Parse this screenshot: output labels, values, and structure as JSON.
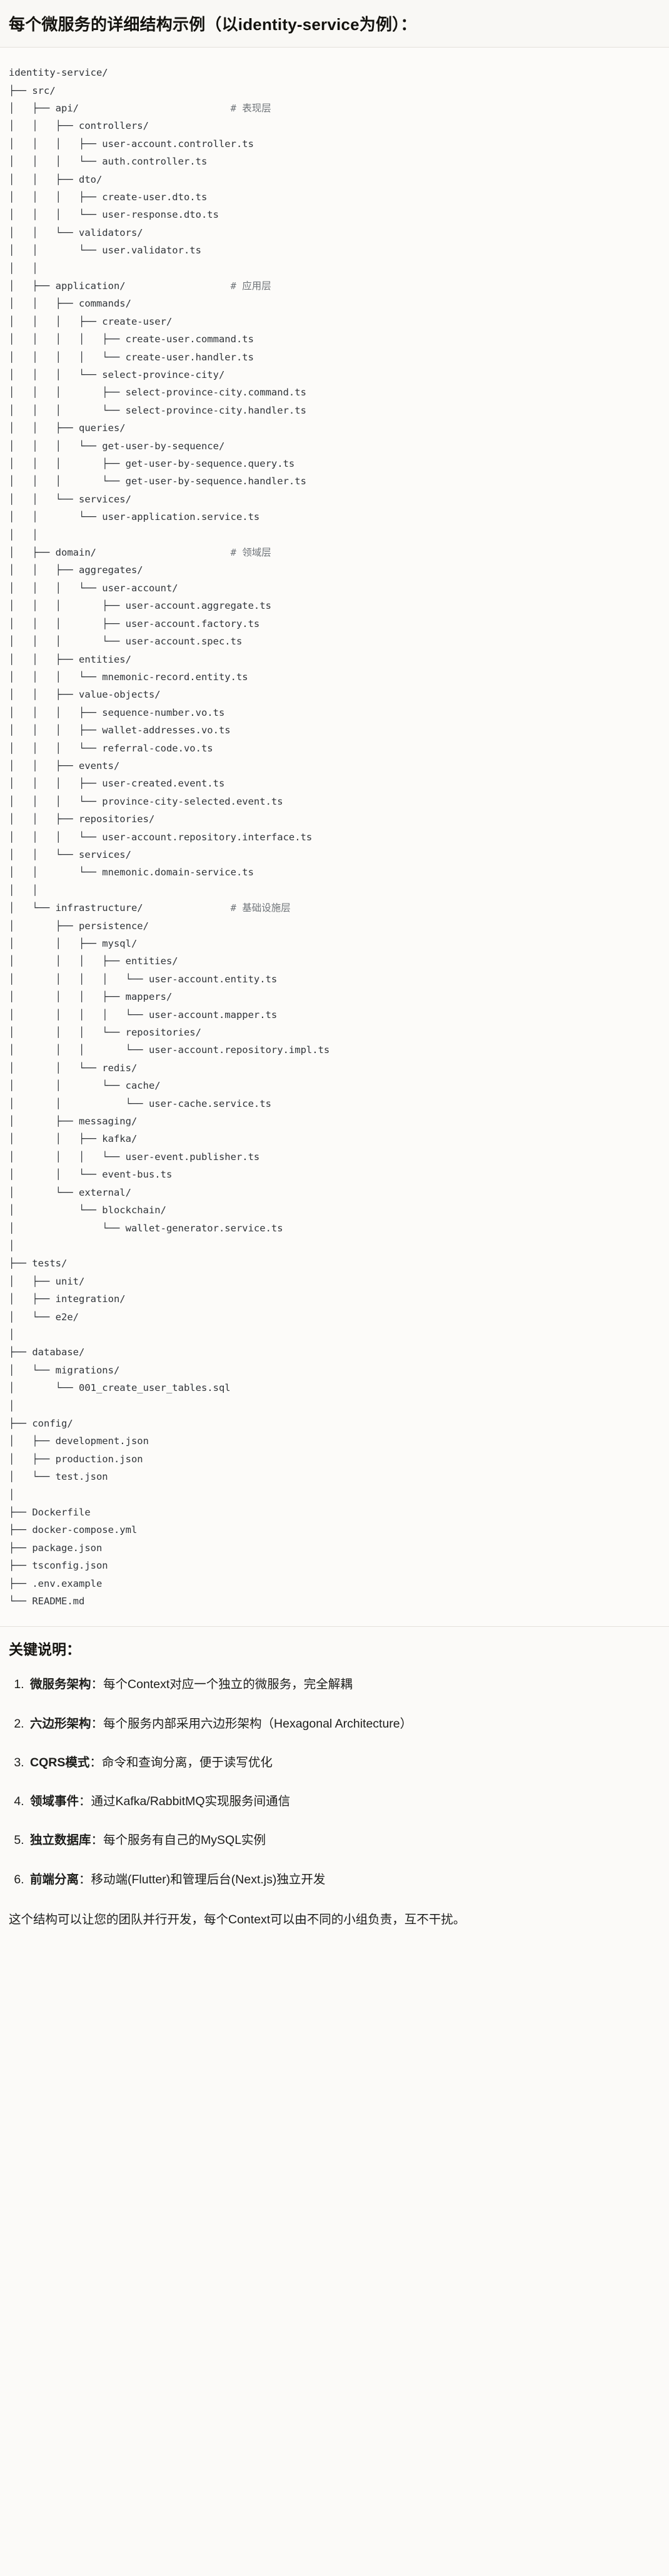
{
  "header": {
    "title": "每个微服务的详细结构示例（以identity-service为例）："
  },
  "tree": {
    "root": "identity-service/",
    "text": "identity-service/\n├── src/\n│   ├── api/                          # 表现层\n│   │   ├── controllers/\n│   │   │   ├── user-account.controller.ts\n│   │   │   └── auth.controller.ts\n│   │   ├── dto/\n│   │   │   ├── create-user.dto.ts\n│   │   │   └── user-response.dto.ts\n│   │   └── validators/\n│   │       └── user.validator.ts\n│   │\n│   ├── application/                  # 应用层\n│   │   ├── commands/\n│   │   │   ├── create-user/\n│   │   │   │   ├── create-user.command.ts\n│   │   │   │   └── create-user.handler.ts\n│   │   │   └── select-province-city/\n│   │   │       ├── select-province-city.command.ts\n│   │   │       └── select-province-city.handler.ts\n│   │   ├── queries/\n│   │   │   └── get-user-by-sequence/\n│   │   │       ├── get-user-by-sequence.query.ts\n│   │   │       └── get-user-by-sequence.handler.ts\n│   │   └── services/\n│   │       └── user-application.service.ts\n│   │\n│   ├── domain/                       # 领域层\n│   │   ├── aggregates/\n│   │   │   └── user-account/\n│   │   │       ├── user-account.aggregate.ts\n│   │   │       ├── user-account.factory.ts\n│   │   │       └── user-account.spec.ts\n│   │   ├── entities/\n│   │   │   └── mnemonic-record.entity.ts\n│   │   ├── value-objects/\n│   │   │   ├── sequence-number.vo.ts\n│   │   │   ├── wallet-addresses.vo.ts\n│   │   │   └── referral-code.vo.ts\n│   │   ├── events/\n│   │   │   ├── user-created.event.ts\n│   │   │   └── province-city-selected.event.ts\n│   │   ├── repositories/\n│   │   │   └── user-account.repository.interface.ts\n│   │   └── services/\n│   │       └── mnemonic.domain-service.ts\n│   │\n│   └── infrastructure/               # 基础设施层\n│       ├── persistence/\n│       │   ├── mysql/\n│       │   │   ├── entities/\n│       │   │   │   └── user-account.entity.ts\n│       │   │   ├── mappers/\n│       │   │   │   └── user-account.mapper.ts\n│       │   │   └── repositories/\n│       │   │       └── user-account.repository.impl.ts\n│       │   └── redis/\n│       │       └── cache/\n│       │           └── user-cache.service.ts\n│       ├── messaging/\n│       │   ├── kafka/\n│       │   │   └── user-event.publisher.ts\n│       │   └── event-bus.ts\n│       └── external/\n│           └── blockchain/\n│               └── wallet-generator.service.ts\n│\n├── tests/\n│   ├── unit/\n│   ├── integration/\n│   └── e2e/\n│\n├── database/\n│   └── migrations/\n│       └── 001_create_user_tables.sql\n│\n├── config/\n│   ├── development.json\n│   ├── production.json\n│   └── test.json\n│\n├── Dockerfile\n├── docker-compose.yml\n├── package.json\n├── tsconfig.json\n├── .env.example\n└── README.md",
    "comments": [
      {
        "label": "# 表现层",
        "for": "api/"
      },
      {
        "label": "# 应用层",
        "for": "application/"
      },
      {
        "label": "# 领域层",
        "for": "domain/"
      },
      {
        "label": "# 基础设施层",
        "for": "infrastructure/"
      }
    ]
  },
  "notes": {
    "title": "关键说明：",
    "items": [
      {
        "term": "微服务架构",
        "sep": "：",
        "desc": "每个Context对应一个独立的微服务，完全解耦"
      },
      {
        "term": "六边形架构",
        "sep": "：",
        "desc": "每个服务内部采用六边形架构（Hexagonal Architecture）"
      },
      {
        "term": "CQRS模式",
        "sep": "：",
        "desc": "命令和查询分离，便于读写优化"
      },
      {
        "term": "领域事件",
        "sep": "：",
        "desc": "通过Kafka/RabbitMQ实现服务间通信"
      },
      {
        "term": "独立数据库",
        "sep": "：",
        "desc": "每个服务有自己的MySQL实例"
      },
      {
        "term": "前端分离",
        "sep": "：",
        "desc": "移动端(Flutter)和管理后台(Next.js)独立开发"
      }
    ],
    "closing": "这个结构可以让您的团队并行开发，每个Context可以由不同的小组负责，互不干扰。"
  },
  "colors": {
    "background": "#fbfaf8",
    "text": "#1d1d1b",
    "code_text": "#2f3338",
    "comment_text": "#6f7479",
    "divider": "#e4e1dc"
  }
}
